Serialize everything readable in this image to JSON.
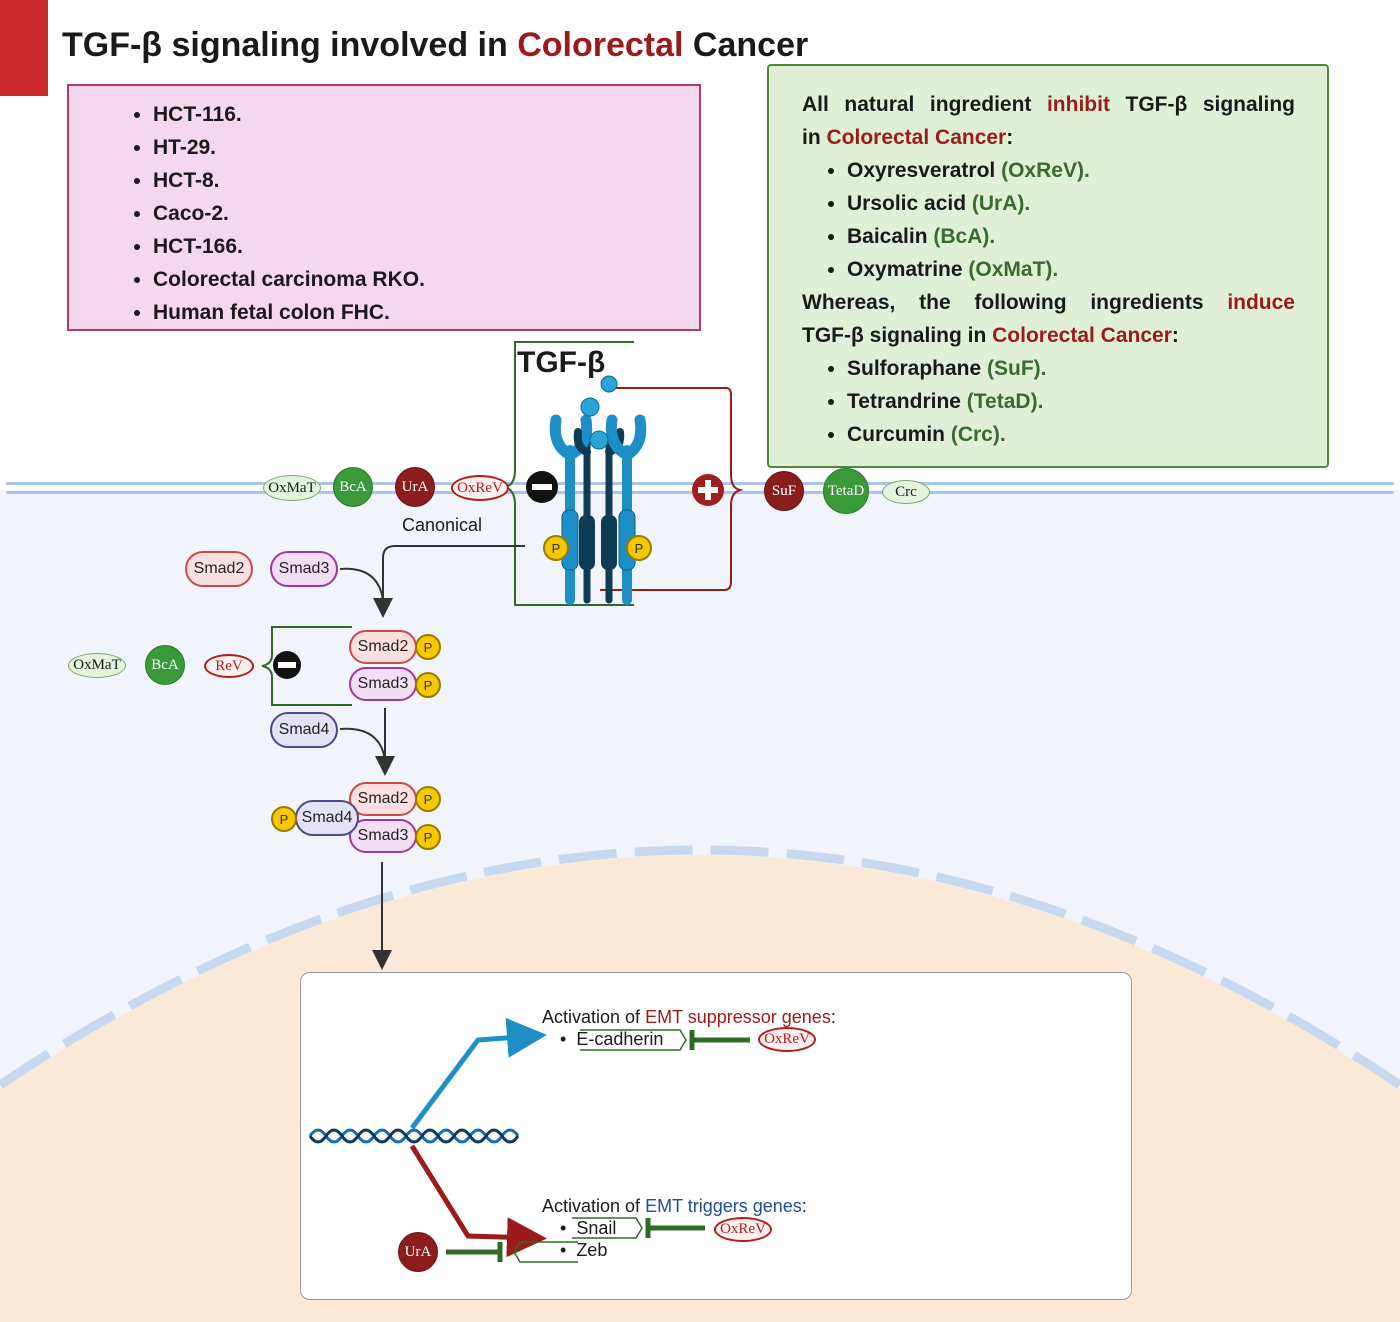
{
  "title": {
    "part1": "TGF-β signaling involved in ",
    "highlight": "Colorectal",
    "part2": " Cancer"
  },
  "cell_lines": [
    "HCT-116.",
    "HT-29.",
    "HCT-8.",
    "Caco-2.",
    "HCT-166.",
    "Colorectal carcinoma RKO.",
    "Human fetal colon FHC."
  ],
  "summary": {
    "inhibit_intro": {
      "a": "All natural ingredient ",
      "verb": "inhibit",
      "b": " TGF-β signaling"
    },
    "inhibit_line2": {
      "a": "in ",
      "disease": "Colorectal Cancer",
      "b": ":"
    },
    "inhibitors": [
      {
        "name": "Oxyresveratrol ",
        "abbr": "(OxReV)."
      },
      {
        "name": "Ursolic acid ",
        "abbr": "(UrA)."
      },
      {
        "name": "Baicalin ",
        "abbr": "(BcA)."
      },
      {
        "name": "Oxymatrine ",
        "abbr": "(OxMaT)."
      }
    ],
    "induce_intro": {
      "a": "Whereas, the following ingredients ",
      "verb": "induce"
    },
    "induce_line2": {
      "a": "TGF-β signaling in ",
      "disease": "Colorectal Cancer",
      "b": ":"
    },
    "inducers": [
      {
        "name": "Sulforaphane ",
        "abbr": "(SuF)."
      },
      {
        "name": "Tetrandrine ",
        "abbr": "(TetaD)."
      },
      {
        "name": "Curcumin ",
        "abbr": "(Crc)."
      }
    ]
  },
  "receptor": {
    "ligand_label": "TGF-β",
    "p": "P"
  },
  "pathway": {
    "label": "Canonical"
  },
  "membrane_inhibitors": [
    "OxMaT",
    "BcA",
    "UrA",
    "OxReV"
  ],
  "membrane_inducers": [
    "SuF",
    "TetaD",
    "Crc"
  ],
  "smads": {
    "smad2": "Smad2",
    "smad3": "Smad3",
    "smad4": "Smad4",
    "p": "P"
  },
  "smad_inhibitors": [
    "OxMaT",
    "BcA",
    "ReV"
  ],
  "nucleus": {
    "suppressor": {
      "head_a": "Activation of ",
      "head_b": "EMT suppressor genes",
      "head_c": ":",
      "genes": [
        "E-cadherin"
      ],
      "inhibitor": "OxReV"
    },
    "triggers": {
      "head_a": "Activation of ",
      "head_b": "EMT triggers genes",
      "head_c": ":",
      "genes": [
        "Snail",
        "Zeb"
      ],
      "inhibitor_snail": "OxReV",
      "inhibitor_zeb": "UrA"
    }
  },
  "colors": {
    "accent_red": "#c8282a",
    "dark_red": "#9b1b1b",
    "green": "#3a6b2e",
    "blue_arrow": "#1e8fc6",
    "cell_box_fill": "#f5d7ee",
    "green_box_fill": "#dff0d6",
    "nucleus_fill": "#fbe9d8"
  }
}
